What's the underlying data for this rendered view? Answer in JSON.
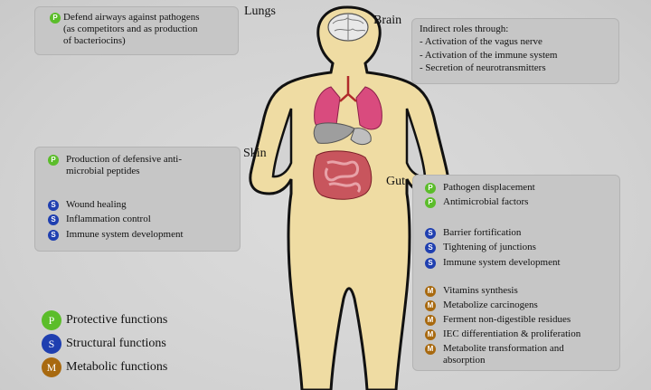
{
  "labels": {
    "lungs": "Lungs",
    "brain": "Brain",
    "skin": "Skin",
    "gut": "Gut"
  },
  "lungs_box": {
    "badge": "P",
    "lines": [
      "Defend airways against pathogens",
      "(as competitors and as production",
      "of bacteriocins)"
    ]
  },
  "brain_box": {
    "lines": [
      "Indirect roles through:",
      "- Activation of the vagus nerve",
      "- Activation of the immune system",
      "- Secretion of neurotransmitters"
    ]
  },
  "skin_box": {
    "protective": {
      "badge": "P",
      "lines": [
        "Production of defensive anti-",
        "microbial peptides"
      ]
    },
    "structural": [
      {
        "badge": "S",
        "text": "Wound healing"
      },
      {
        "badge": "S",
        "text": "Inflammation control"
      },
      {
        "badge": "S",
        "text": "Immune system development"
      }
    ]
  },
  "gut_box": {
    "protective": [
      {
        "badge": "P",
        "text": "Pathogen displacement"
      },
      {
        "badge": "P",
        "text": "Antimicrobial factors"
      }
    ],
    "structural": [
      {
        "badge": "S",
        "text": "Barrier fortification"
      },
      {
        "badge": "S",
        "text": "Tightening of junctions"
      },
      {
        "badge": "S",
        "text": "Immune system development"
      }
    ],
    "metabolic": [
      {
        "badge": "M",
        "text": "Vitamins synthesis"
      },
      {
        "badge": "M",
        "text": "Metabolize carcinogens"
      },
      {
        "badge": "M",
        "text": "Ferment non-digestible residues"
      },
      {
        "badge": "M",
        "text": "IEC differentiation & proliferation"
      },
      {
        "badge": "M",
        "text": "Metabolite transformation and"
      },
      {
        "badge": "",
        "text": "absorption"
      }
    ]
  },
  "legend": [
    {
      "badge": "P",
      "label": "Protective functions",
      "color": "#5bbd2a"
    },
    {
      "badge": "S",
      "label": "Structural functions",
      "color": "#1f3fb0"
    },
    {
      "badge": "M",
      "label": "Metabolic functions",
      "color": "#a8690f"
    }
  ],
  "colors": {
    "body_fill": "#efdca3",
    "body_stroke": "#111111",
    "box_fill": "#c6c6c6",
    "protective": "#5bbd2a",
    "structural": "#1f3fb0",
    "metabolic": "#a8690f"
  }
}
